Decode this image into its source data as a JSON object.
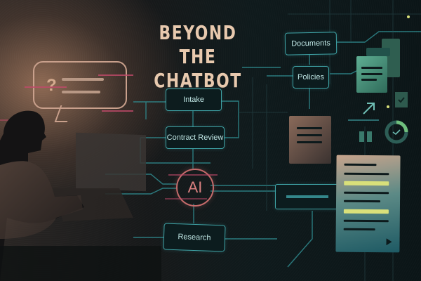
{
  "title": {
    "line1": "BEYOND THE",
    "line2": "CHATBOT"
  },
  "flow_nodes": {
    "intake": "Intake",
    "contract_review": "Contract Review",
    "ai": "AI",
    "research": "Research",
    "documents": "Documents",
    "policies": "Policies"
  },
  "bubble": {
    "symbol": "?"
  },
  "colors": {
    "title": "#e8c9ae",
    "node_border": "#3fa3a6",
    "ai_ring": "#c56b6b",
    "highlight": "#d9e07a",
    "doc_green": "#3f8d79",
    "warm_glow": "#a0765c"
  },
  "icons": [
    "speech-bubble-icon",
    "question-mark-icon",
    "arrow-up-right-icon",
    "check-icon",
    "progress-ring-icon",
    "bar-chart-icon",
    "play-icon"
  ]
}
